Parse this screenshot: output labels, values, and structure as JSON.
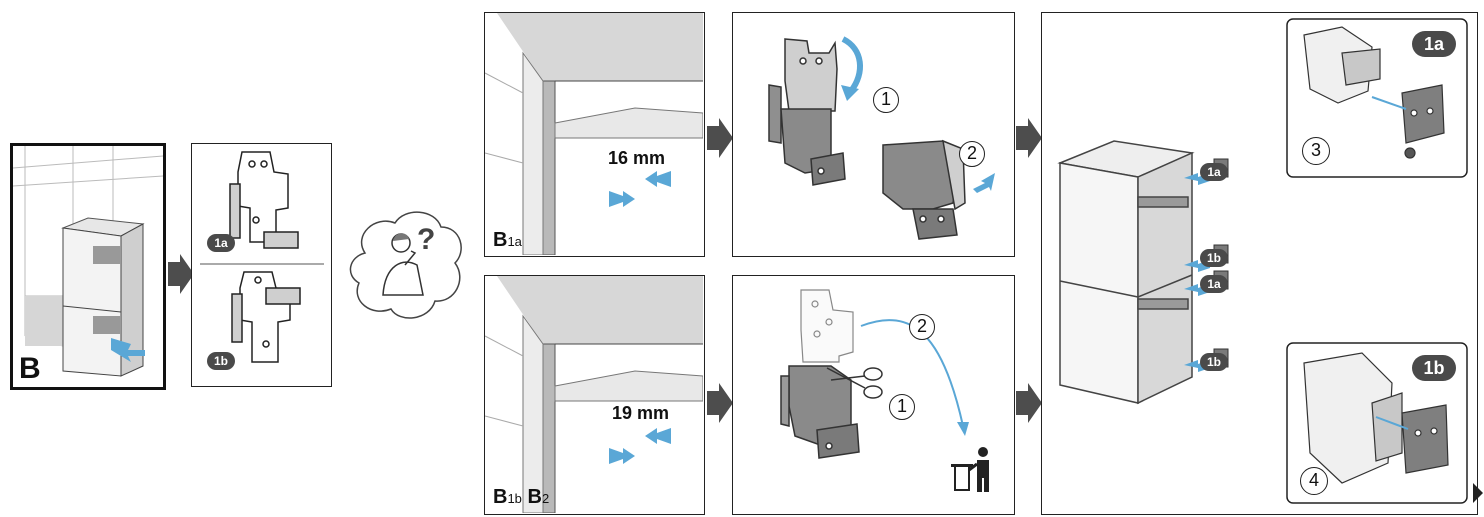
{
  "panel_b": {
    "label": "B"
  },
  "panel_options": {
    "badge_top": "1a",
    "badge_bottom": "1b"
  },
  "panel_b1a": {
    "label": "B",
    "label_sub": "1a",
    "measure": "16 mm"
  },
  "panel_b1b": {
    "label1": "B",
    "label1_sub": "1b",
    "label2": "B",
    "label2_sub": "2",
    "measure": "19 mm"
  },
  "panel_step_top": {
    "step1": "1",
    "step2": "2"
  },
  "panel_step_bottom": {
    "step1": "1",
    "step2": "2"
  },
  "panel_install": {
    "badges": [
      "1a",
      "1b",
      "1a",
      "1b"
    ],
    "inset_top": {
      "badge": "1a",
      "step": "3"
    },
    "inset_bottom": {
      "badge": "1b",
      "step": "4"
    }
  },
  "colors": {
    "arrow_blue": "#5aa7d6",
    "step_arrow": "#4d4d4d",
    "badge_bg": "#4a4a4a",
    "part_gray": "#7a7a7a"
  },
  "icons": [
    "refrigerator-icon",
    "bracket-icon",
    "person-thinking-icon",
    "question-icon",
    "scissors-icon",
    "trash-person-icon",
    "hinge-icon"
  ]
}
